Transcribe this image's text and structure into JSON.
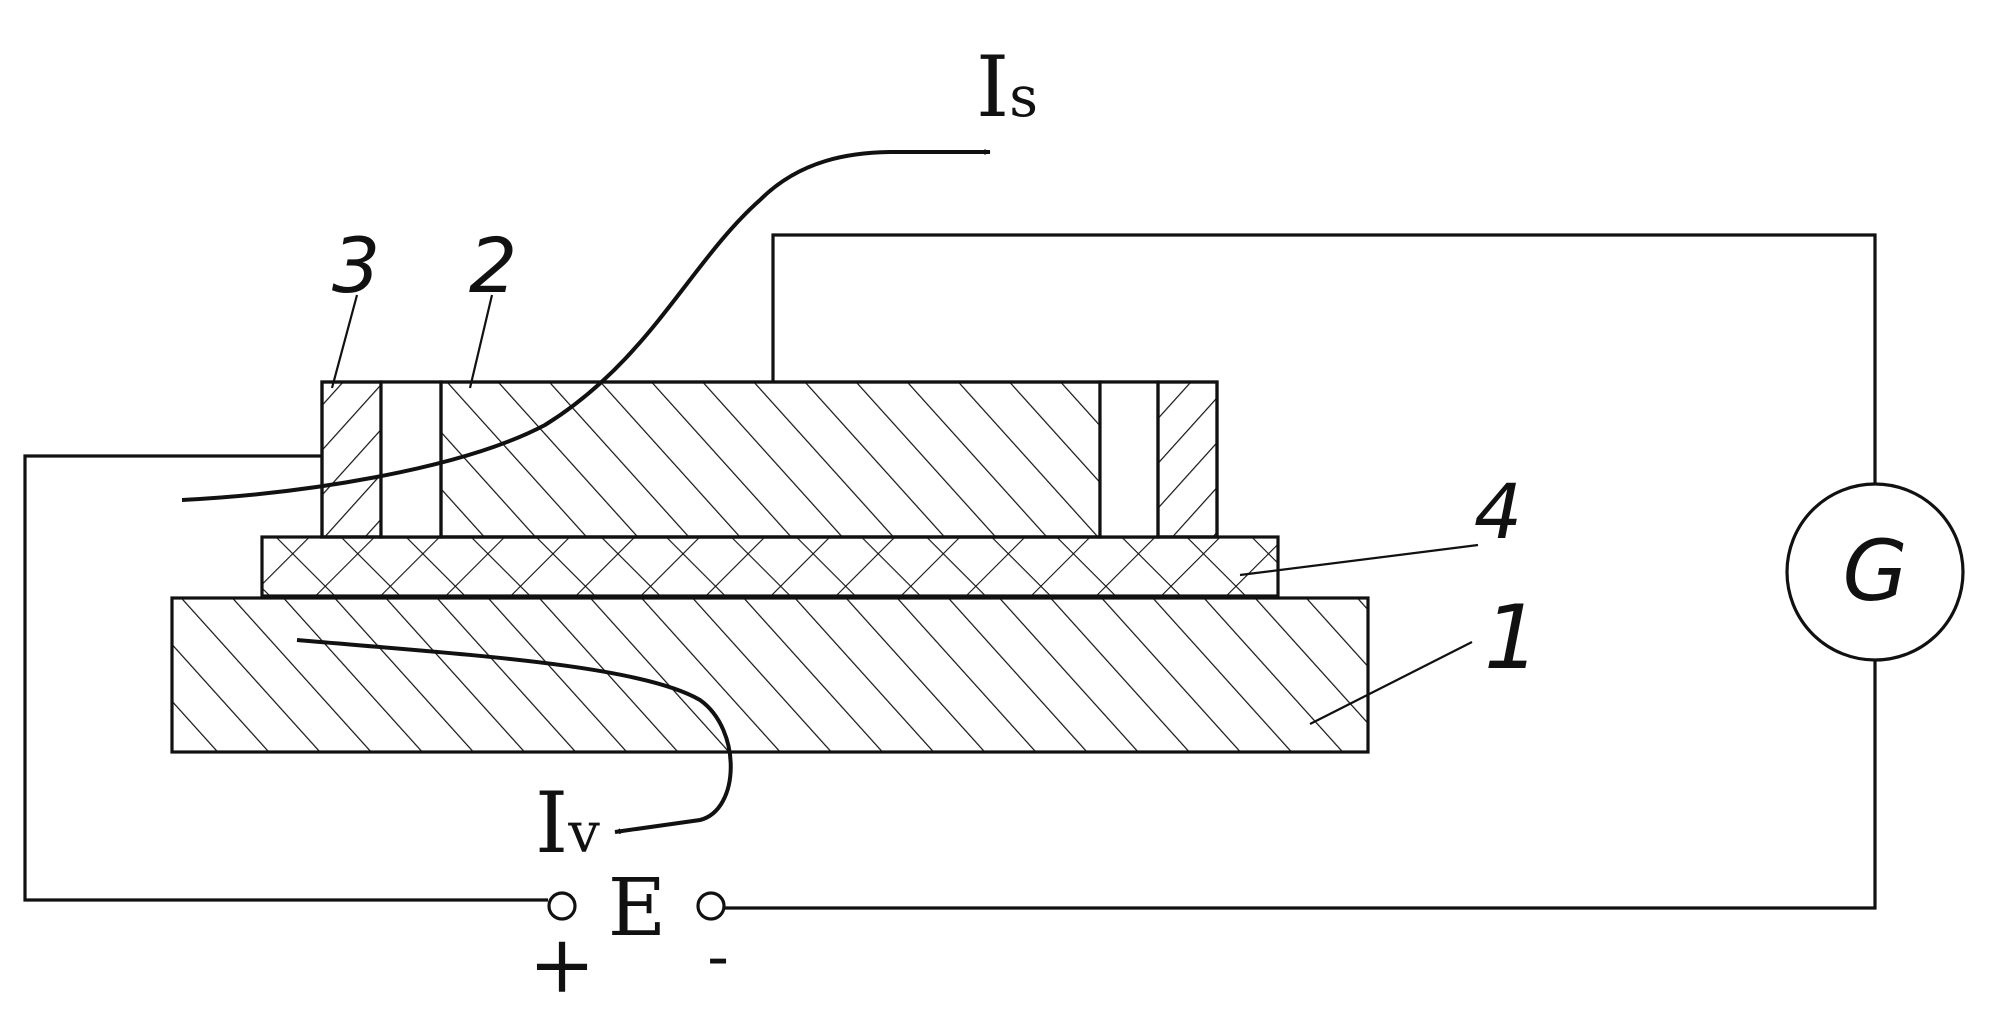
{
  "labels": {
    "current_surface_main": "I",
    "current_surface_sub": "s",
    "current_volume_main": "I",
    "current_volume_sub": "v",
    "part_3": "3",
    "part_2": "2",
    "part_4": "4",
    "part_1": "1",
    "galvanometer": "G",
    "source": "E",
    "terminal_plus": "+",
    "terminal_minus": "-"
  },
  "colors": {
    "ink": "#111111",
    "paper": "#ffffff"
  }
}
